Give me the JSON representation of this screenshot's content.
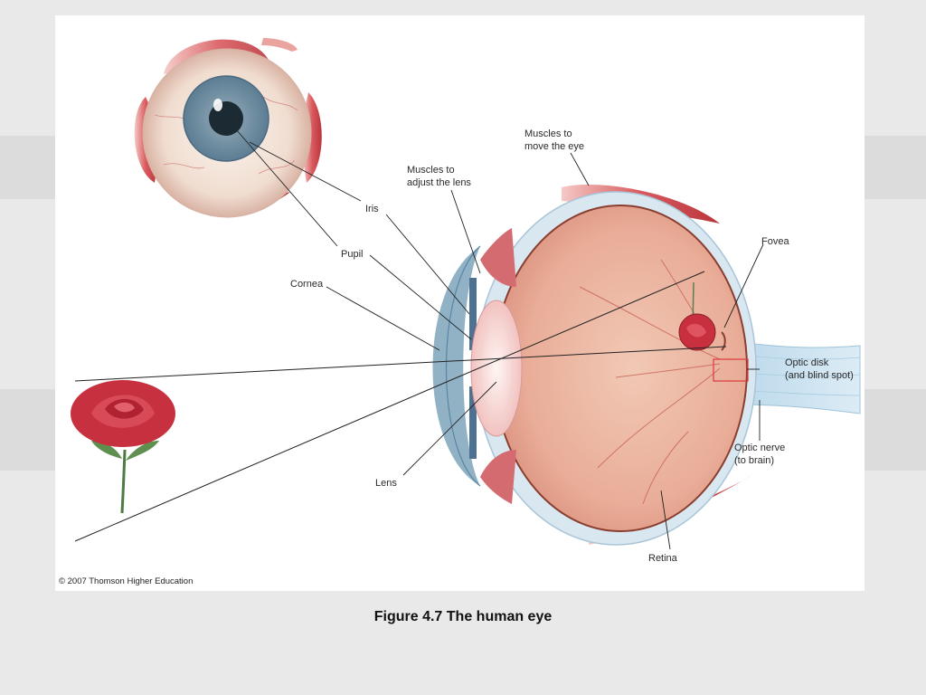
{
  "labels": {
    "muscles_eye_1": "Muscles to",
    "muscles_eye_2": "move the eye",
    "muscles_lens_1": "Muscles to",
    "muscles_lens_2": "adjust the lens",
    "iris": "Iris",
    "pupil": "Pupil",
    "cornea": "Cornea",
    "fovea": "Fovea",
    "optic_disk_1": "Optic disk",
    "optic_disk_2": "(and blind spot)",
    "optic_nerve_1": "Optic nerve",
    "optic_nerve_2": "(to brain)",
    "lens": "Lens",
    "retina": "Retina"
  },
  "copyright": "© 2007 Thomson Higher Education",
  "caption": "Figure 4.7  The human eye"
}
